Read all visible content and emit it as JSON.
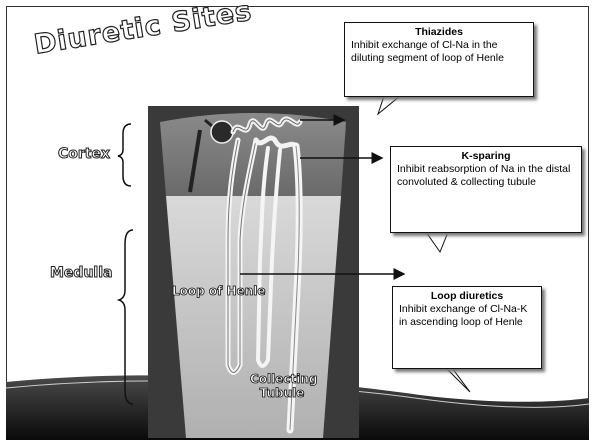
{
  "slide": {
    "title": "Diuretic Sites"
  },
  "regions": {
    "cortex": "Cortex",
    "medulla": "Medulla"
  },
  "structures": {
    "loop_of_henle": "Loop of Henle",
    "collecting_tubule_line1": "Collecting",
    "collecting_tubule_line2": "Tubule"
  },
  "callouts": {
    "thiazides": {
      "title": "Thiazides",
      "body": "Inhibit exchange of Cl-Na in the diluting segment of loop of Henle"
    },
    "k_sparing": {
      "title": "K-sparing",
      "body": "Inhibit reabsorption of Na in the distal convoluted & collecting tubule"
    },
    "loop_diuretics": {
      "title": "Loop diuretics",
      "body": "Inhibit exchange of Cl-Na-K in ascending loop of Henle"
    }
  }
}
